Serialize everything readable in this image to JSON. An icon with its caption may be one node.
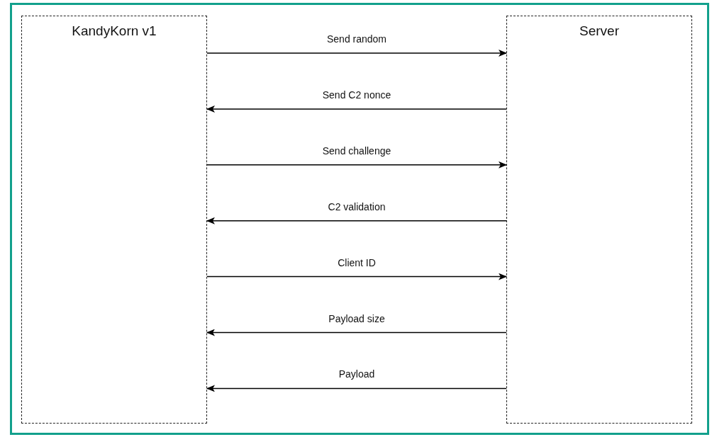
{
  "diagram": {
    "nodes": [
      {
        "text": [
          "KandyKorn v1"
        ]
      },
      {
        "text": [
          "Server"
        ]
      }
    ],
    "edges": [
      {
        "from": 0,
        "to": 1,
        "arrow": "to",
        "label": "Send random"
      },
      {
        "from": 1,
        "to": 0,
        "arrow": "to",
        "label": "Send C2 nonce"
      },
      {
        "from": 0,
        "to": 1,
        "arrow": "to",
        "label": "Send challenge"
      },
      {
        "from": 1,
        "to": 0,
        "arrow": "to",
        "label": "C2 validation"
      },
      {
        "from": 0,
        "to": 1,
        "arrow": "to",
        "label": "Client ID"
      },
      {
        "from": 1,
        "to": 0,
        "arrow": "to",
        "label": "Payload size"
      },
      {
        "from": 1,
        "to": 0,
        "arrow": "to",
        "label": "Payload"
      }
    ]
  }
}
